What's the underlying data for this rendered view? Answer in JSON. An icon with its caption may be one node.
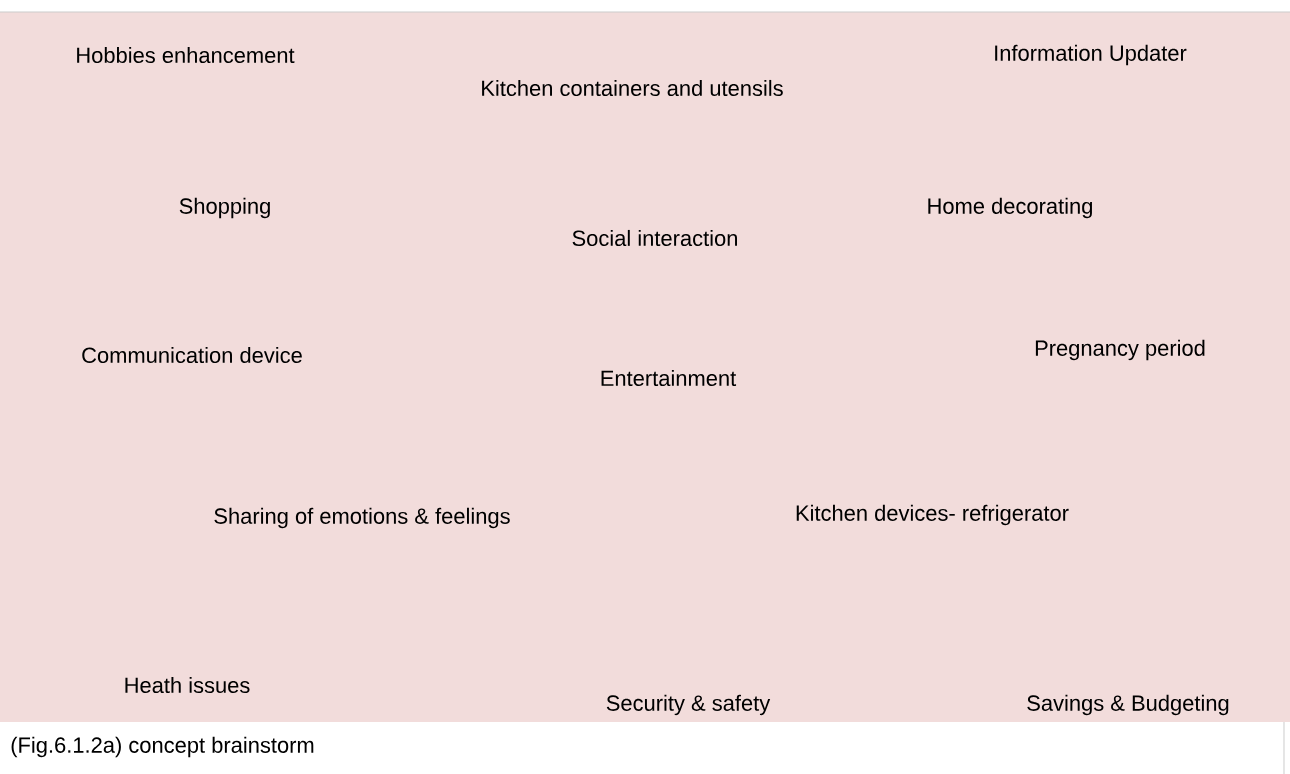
{
  "diagram": {
    "caption": "(Fig.6.1.2a) concept brainstorm",
    "labels": [
      "Hobbies enhancement",
      "Kitchen containers and utensils",
      "Information Updater",
      "Shopping",
      "Home decorating",
      "Social interaction",
      "Communication device",
      "Pregnancy period",
      "Entertainment",
      "Sharing of emotions & feelings",
      "Kitchen devices- refrigerator",
      "Heath issues",
      "Security & safety",
      "Savings & Budgeting"
    ]
  }
}
